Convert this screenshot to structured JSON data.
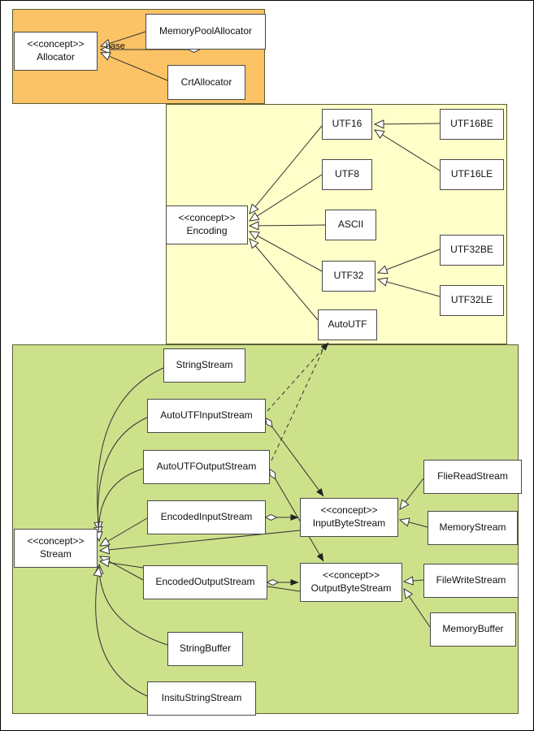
{
  "colors": {
    "allocator_region": "#FBC365",
    "encoding_region": "#FFFFC9",
    "stream_region": "#CDE18B",
    "node_fill": "#FFFFFF",
    "line": "#333333"
  },
  "labels": {
    "base": "base",
    "stereotype": "<<concept>>"
  },
  "nodes": {
    "allocator": {
      "stereotype": "<<concept>>",
      "label": "Allocator"
    },
    "memory_pool_allocator": {
      "label": "MemoryPoolAllocator"
    },
    "crt_allocator": {
      "label": "CrtAllocator"
    },
    "encoding": {
      "stereotype": "<<concept>>",
      "label": "Encoding"
    },
    "utf16": {
      "label": "UTF16"
    },
    "utf8": {
      "label": "UTF8"
    },
    "ascii": {
      "label": "ASCII"
    },
    "utf32": {
      "label": "UTF32"
    },
    "autoutf": {
      "label": "AutoUTF"
    },
    "utf16be": {
      "label": "UTF16BE"
    },
    "utf16le": {
      "label": "UTF16LE"
    },
    "utf32be": {
      "label": "UTF32BE"
    },
    "utf32le": {
      "label": "UTF32LE"
    },
    "stream": {
      "stereotype": "<<concept>>",
      "label": "Stream"
    },
    "string_stream": {
      "label": "StringStream"
    },
    "autoutf_input_stream": {
      "label": "AutoUTFInputStream"
    },
    "autoutf_output_stream": {
      "label": "AutoUTFOutputStream"
    },
    "encoded_input_stream": {
      "label": "EncodedInputStream"
    },
    "encoded_output_stream": {
      "label": "EncodedOutputStream"
    },
    "string_buffer": {
      "label": "StringBuffer"
    },
    "insitu_string_stream": {
      "label": "InsituStringStream"
    },
    "input_byte_stream": {
      "stereotype": "<<concept>>",
      "label": "InputByteStream"
    },
    "output_byte_stream": {
      "stereotype": "<<concept>>",
      "label": "OutputByteStream"
    },
    "flie_read_stream": {
      "label": "FlieReadStream"
    },
    "memory_stream": {
      "label": "MemoryStream"
    },
    "file_write_stream": {
      "label": "FileWriteStream"
    },
    "memory_buffer": {
      "label": "MemoryBuffer"
    }
  }
}
